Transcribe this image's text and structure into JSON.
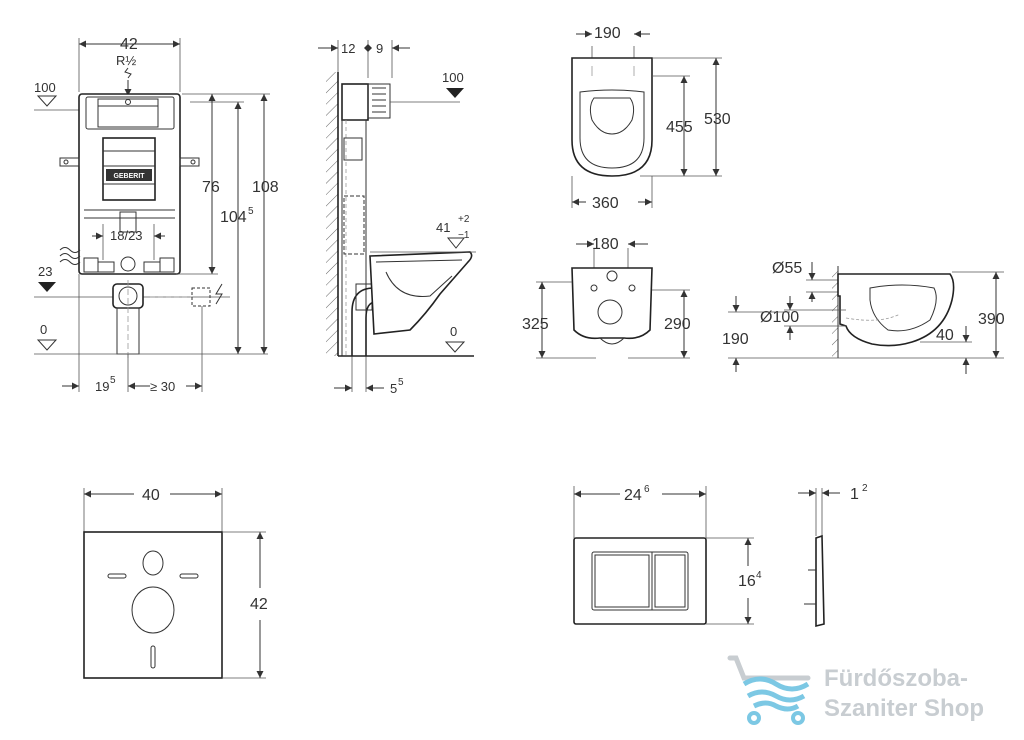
{
  "frame_front": {
    "width_top": "42",
    "thread": "R½",
    "top_level": "100",
    "level_23": "23",
    "level_0": "0",
    "h_76": "76",
    "h_104": "104",
    "h_104_sup": "5",
    "h_108": "108",
    "inner_span": "18/23",
    "offset_19": "19",
    "offset_19_sup": "5",
    "offset_30": "≥ 30",
    "logo": "GEBERIT"
  },
  "frame_side": {
    "depth_12": "12",
    "depth_9": "9",
    "level_100": "100",
    "height_41": "41",
    "tol_plus": "+2",
    "tol_minus": "−1",
    "level_0": "0",
    "offset_5": "5",
    "offset_5_sup": "5"
  },
  "bowl_top": {
    "width_190": "190",
    "len_455": "455",
    "len_530": "530",
    "width_360": "360"
  },
  "bowl_rear": {
    "width_180": "180",
    "h_325": "325",
    "h_290": "290"
  },
  "bowl_side": {
    "d55": "Ø55",
    "d100": "Ø100",
    "h_190": "190",
    "h_40": "40",
    "h_390": "390"
  },
  "sound_mat": {
    "width": "40",
    "height": "42"
  },
  "flush_plate": {
    "width": "24",
    "width_sup": "6",
    "height": "16",
    "height_sup": "4",
    "depth": "1",
    "depth_sup": "2"
  },
  "watermark": {
    "line1": "Fürdőszoba-",
    "line2": "Szaniter Shop",
    "icon": "bath-tub-icon",
    "color": "#c8cdd1"
  }
}
